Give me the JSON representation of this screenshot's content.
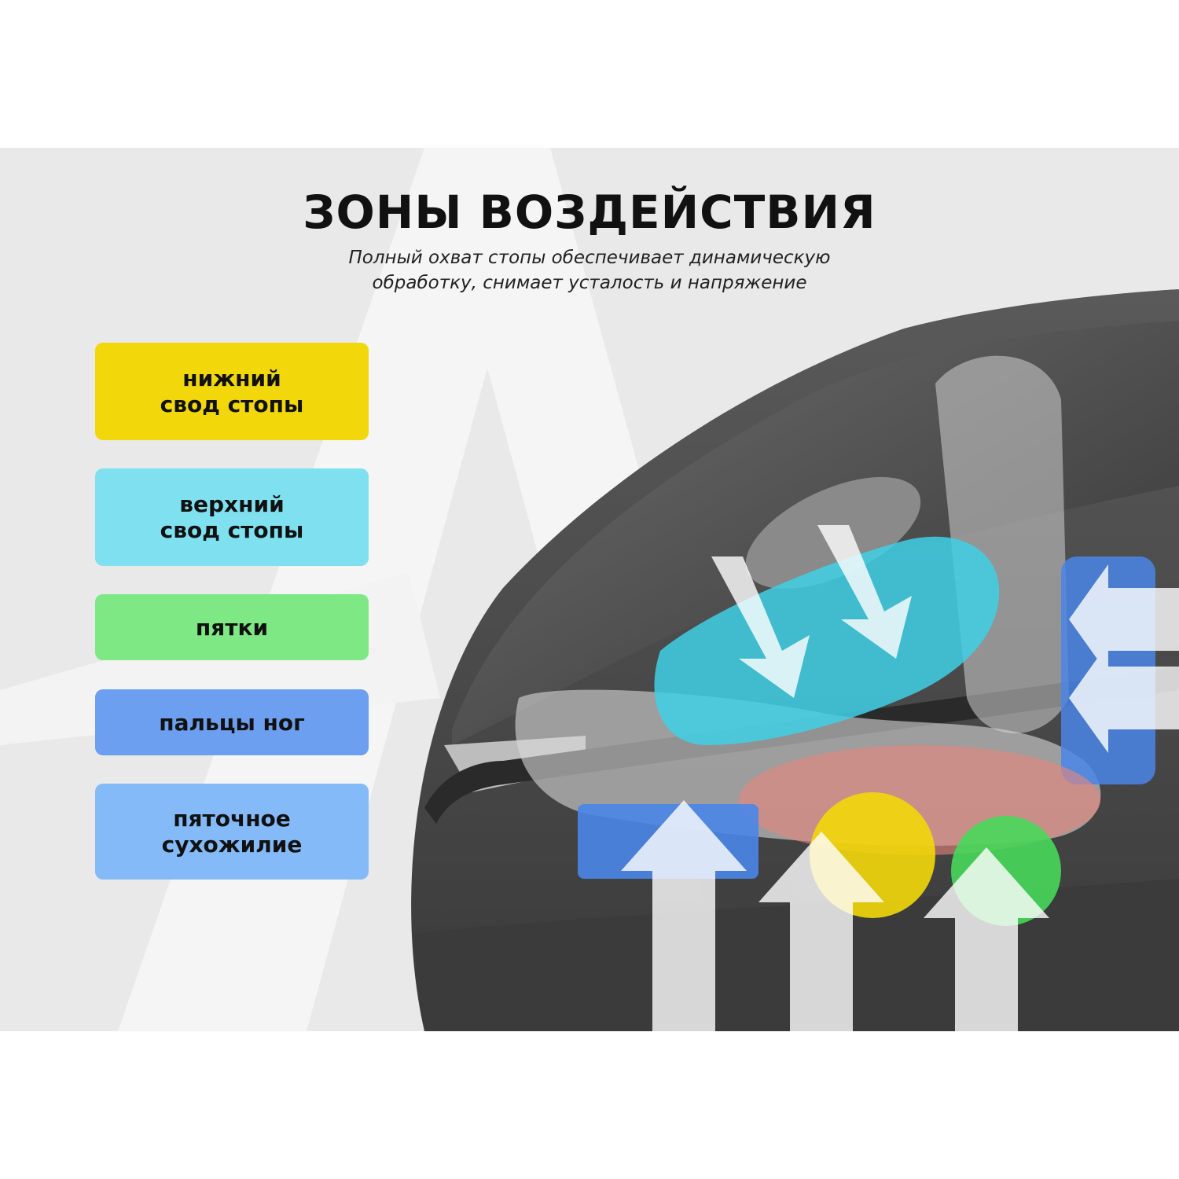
{
  "title": "ЗОНЫ ВОЗДЕЙСТВИЯ",
  "subtitle_lines": [
    "Полный охват стопы обеспечивает динамическую",
    "обработку, снимает усталость и напряжение"
  ],
  "zones": [
    {
      "label": "нижний\nсвод стопы",
      "color": "#f2d80a"
    },
    {
      "label": "верхний\nсвод стопы",
      "color": "#7fe0ef"
    },
    {
      "label": "пятки",
      "color": "#7de884"
    },
    {
      "label": "пальцы ног",
      "color": "#6d9ff0"
    },
    {
      "label": "пяточное\nсухожилие",
      "color": "#83baf7"
    }
  ],
  "colors": {
    "background_card": "#e9e9e9",
    "device_body": "#4a4a4a",
    "accent_cyan": "#3fd0e6",
    "accent_blue": "#4a86e8",
    "accent_yellow": "#f2d80a",
    "accent_green": "#47d85a"
  }
}
